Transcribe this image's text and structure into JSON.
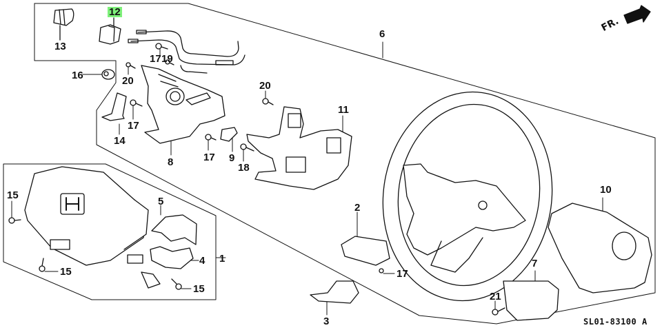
{
  "diagram": {
    "title_code": "SL01-83100 A",
    "direction_label": "FR.",
    "highlight_color": "#7ef07a",
    "ink_color": "#111111",
    "callouts": [
      {
        "id": "c1",
        "text": "1"
      },
      {
        "id": "c2",
        "text": "2"
      },
      {
        "id": "c3",
        "text": "3"
      },
      {
        "id": "c4",
        "text": "4"
      },
      {
        "id": "c5",
        "text": "5"
      },
      {
        "id": "c6",
        "text": "6"
      },
      {
        "id": "c7",
        "text": "7"
      },
      {
        "id": "c8",
        "text": "8"
      },
      {
        "id": "c9",
        "text": "9"
      },
      {
        "id": "c10",
        "text": "10"
      },
      {
        "id": "c11",
        "text": "11"
      },
      {
        "id": "c12",
        "text": "12",
        "highlighted": true
      },
      {
        "id": "c13",
        "text": "13"
      },
      {
        "id": "c14",
        "text": "14"
      },
      {
        "id": "c15a",
        "text": "15"
      },
      {
        "id": "c15b",
        "text": "15"
      },
      {
        "id": "c15c",
        "text": "15"
      },
      {
        "id": "c16",
        "text": "16"
      },
      {
        "id": "c17a",
        "text": "17"
      },
      {
        "id": "c17b",
        "text": "17"
      },
      {
        "id": "c17c",
        "text": "17"
      },
      {
        "id": "c17d",
        "text": "17"
      },
      {
        "id": "c18",
        "text": "18"
      },
      {
        "id": "c19",
        "text": "19"
      },
      {
        "id": "c20a",
        "text": "20"
      },
      {
        "id": "c20b",
        "text": "20"
      },
      {
        "id": "c21",
        "text": "21"
      }
    ]
  }
}
